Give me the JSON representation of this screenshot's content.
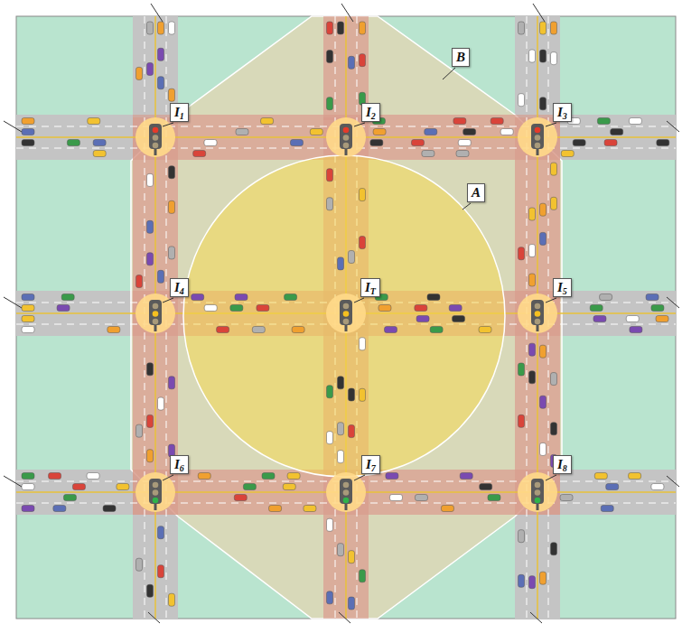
{
  "diagram": {
    "labels": [
      "B",
      "I1",
      "I2",
      "I3",
      "A",
      "I4",
      "IT",
      "I5",
      "I6",
      "I7",
      "I8"
    ]
  }
}
